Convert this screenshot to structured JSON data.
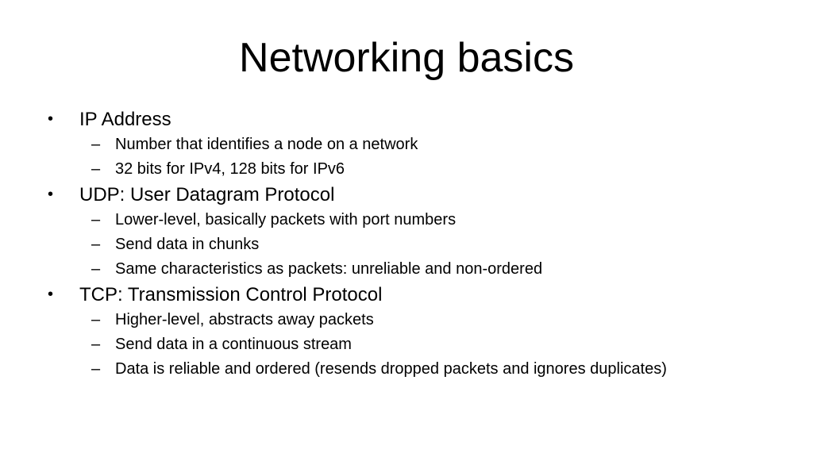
{
  "slide": {
    "title": "Networking basics",
    "bullet_glyph": "•",
    "dash_glyph": "–",
    "items": [
      {
        "text": "IP Address",
        "subitems": [
          "Number that identifies a node on a network",
          "32 bits for IPv4, 128 bits for IPv6"
        ]
      },
      {
        "text": "UDP: User Datagram Protocol",
        "subitems": [
          "Lower-level, basically packets with port numbers",
          "Send data in chunks",
          "Same characteristics as packets: unreliable and non-ordered"
        ]
      },
      {
        "text": "TCP: Transmission Control Protocol",
        "subitems": [
          "Higher-level, abstracts away packets",
          "Send data in a continuous stream",
          "Data is reliable and ordered (resends dropped packets and ignores duplicates)"
        ]
      }
    ]
  }
}
